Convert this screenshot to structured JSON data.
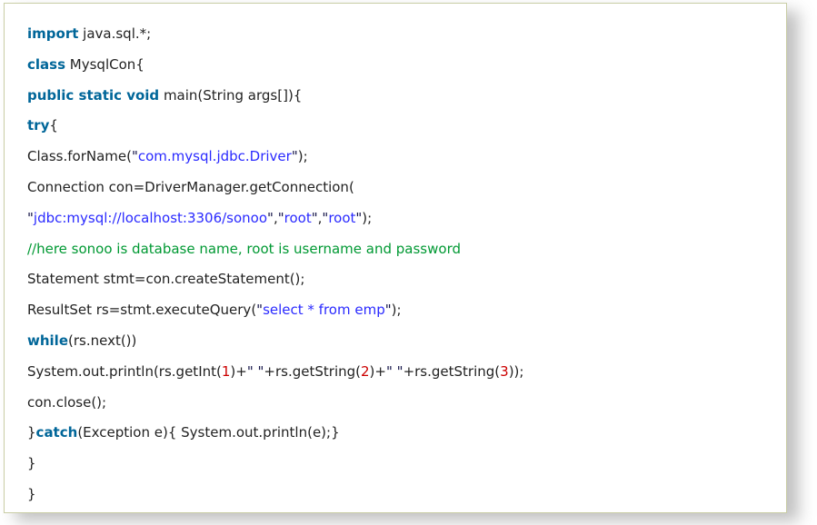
{
  "page": {
    "background": "#ffffff"
  },
  "code_block": {
    "language": "java",
    "colors": {
      "box-bg": "#ffffff",
      "box-border": "#c9cda5",
      "plain": "#222222",
      "keyword": "#006699",
      "string": "#2a2aff",
      "quote": "#16164a",
      "comment": "#009933",
      "number": "#cc0000"
    },
    "lines": [
      {
        "segments": [
          {
            "type": "keyword",
            "text": "import"
          },
          {
            "type": "plain",
            "text": " java.sql.*;"
          }
        ]
      },
      {
        "segments": [
          {
            "type": "keyword",
            "text": "class"
          },
          {
            "type": "plain",
            "text": " MysqlCon{"
          }
        ]
      },
      {
        "segments": [
          {
            "type": "keyword",
            "text": "public static void"
          },
          {
            "type": "plain",
            "text": " main(String args[]){"
          }
        ]
      },
      {
        "segments": [
          {
            "type": "keyword",
            "text": "try"
          },
          {
            "type": "plain",
            "text": "{"
          }
        ]
      },
      {
        "segments": [
          {
            "type": "plain",
            "text": "Class.forName("
          },
          {
            "type": "quote",
            "text": "\""
          },
          {
            "type": "string",
            "text": "com.mysql.jdbc.Driver"
          },
          {
            "type": "quote",
            "text": "\""
          },
          {
            "type": "plain",
            "text": ");"
          }
        ]
      },
      {
        "segments": [
          {
            "type": "plain",
            "text": "Connection con=DriverManager.getConnection("
          }
        ]
      },
      {
        "segments": [
          {
            "type": "quote",
            "text": "\""
          },
          {
            "type": "string",
            "text": "jdbc:mysql://localhost:3306/sonoo"
          },
          {
            "type": "quote",
            "text": "\""
          },
          {
            "type": "plain",
            "text": ","
          },
          {
            "type": "quote",
            "text": "\""
          },
          {
            "type": "string",
            "text": "root"
          },
          {
            "type": "quote",
            "text": "\""
          },
          {
            "type": "plain",
            "text": ","
          },
          {
            "type": "quote",
            "text": "\""
          },
          {
            "type": "string",
            "text": "root"
          },
          {
            "type": "quote",
            "text": "\""
          },
          {
            "type": "plain",
            "text": ");"
          }
        ]
      },
      {
        "segments": [
          {
            "type": "comment",
            "text": "//here sonoo is database name, root is username and password"
          }
        ]
      },
      {
        "segments": [
          {
            "type": "plain",
            "text": "Statement stmt=con.createStatement();"
          }
        ]
      },
      {
        "segments": [
          {
            "type": "plain",
            "text": "ResultSet rs=stmt.executeQuery("
          },
          {
            "type": "quote",
            "text": "\""
          },
          {
            "type": "string",
            "text": "select * from emp"
          },
          {
            "type": "quote",
            "text": "\""
          },
          {
            "type": "plain",
            "text": ");"
          }
        ]
      },
      {
        "segments": [
          {
            "type": "keyword",
            "text": "while"
          },
          {
            "type": "plain",
            "text": "(rs.next())"
          }
        ]
      },
      {
        "segments": [
          {
            "type": "plain",
            "text": "System.out.println(rs.getInt("
          },
          {
            "type": "number",
            "text": "1"
          },
          {
            "type": "plain",
            "text": ")+"
          },
          {
            "type": "quote",
            "text": "\""
          },
          {
            "type": "string",
            "text": " "
          },
          {
            "type": "quote",
            "text": "\""
          },
          {
            "type": "plain",
            "text": "+rs.getString("
          },
          {
            "type": "number",
            "text": "2"
          },
          {
            "type": "plain",
            "text": ")+"
          },
          {
            "type": "quote",
            "text": "\""
          },
          {
            "type": "string",
            "text": " "
          },
          {
            "type": "quote",
            "text": "\""
          },
          {
            "type": "plain",
            "text": "+rs.getString("
          },
          {
            "type": "number",
            "text": "3"
          },
          {
            "type": "plain",
            "text": "));"
          }
        ]
      },
      {
        "segments": [
          {
            "type": "plain",
            "text": "con.close();"
          }
        ]
      },
      {
        "segments": [
          {
            "type": "plain",
            "text": "}"
          },
          {
            "type": "keyword",
            "text": "catch"
          },
          {
            "type": "plain",
            "text": "(Exception e){ System.out.println(e);}"
          }
        ]
      },
      {
        "segments": [
          {
            "type": "plain",
            "text": "}"
          }
        ]
      },
      {
        "segments": [
          {
            "type": "plain",
            "text": "}"
          }
        ]
      }
    ]
  }
}
